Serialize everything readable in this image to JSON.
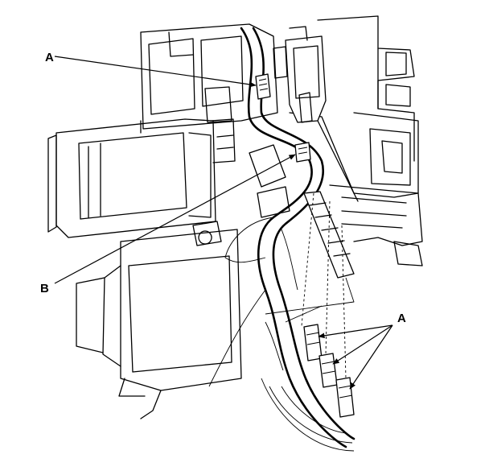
{
  "labels": {
    "top_left_a": "A",
    "left_b": "B",
    "right_a": "A"
  }
}
